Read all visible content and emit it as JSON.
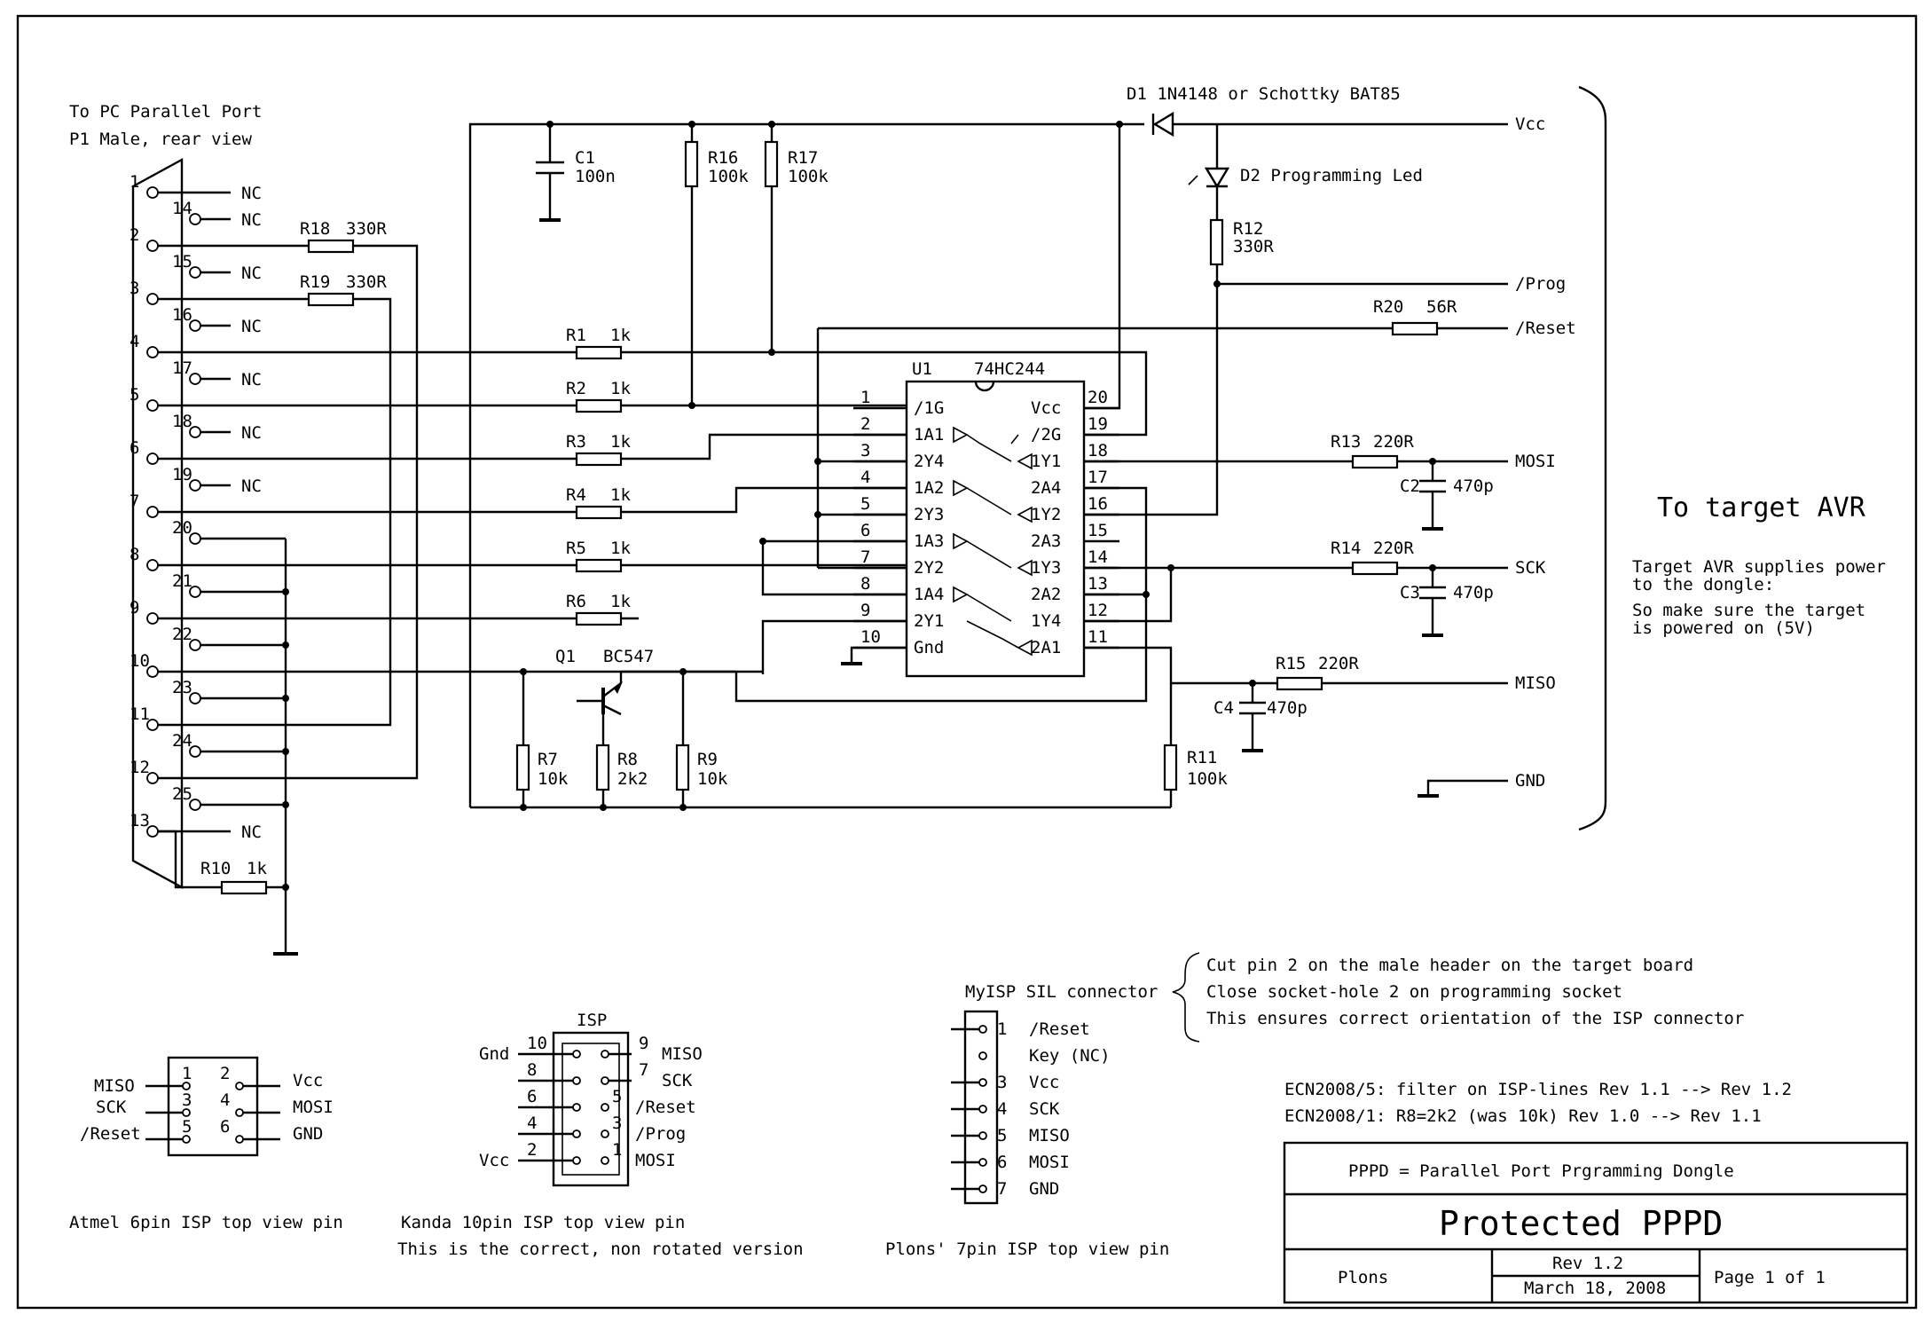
{
  "connector_p1": {
    "title": "To PC Parallel Port",
    "subtitle": "P1 Male, rear view",
    "pins": [
      "1",
      "14",
      "2",
      "15",
      "3",
      "16",
      "4",
      "17",
      "5",
      "18",
      "6",
      "19",
      "7",
      "20",
      "8",
      "21",
      "9",
      "22",
      "10",
      "23",
      "11",
      "24",
      "12",
      "25",
      "13"
    ],
    "nc_label": "NC"
  },
  "components": {
    "r18": {
      "ref": "R18",
      "value": "330R"
    },
    "r19": {
      "ref": "R19",
      "value": "330R"
    },
    "r1": {
      "ref": "R1",
      "value": "1k"
    },
    "r2": {
      "ref": "R2",
      "value": "1k"
    },
    "r3": {
      "ref": "R3",
      "value": "1k"
    },
    "r4": {
      "ref": "R4",
      "value": "1k"
    },
    "r5": {
      "ref": "R5",
      "value": "1k"
    },
    "r6": {
      "ref": "R6",
      "value": "1k"
    },
    "r7": {
      "ref": "R7",
      "value": "10k"
    },
    "r8": {
      "ref": "R8",
      "value": "2k2"
    },
    "r9": {
      "ref": "R9",
      "value": "10k"
    },
    "r10": {
      "ref": "R10",
      "value": "1k"
    },
    "r11": {
      "ref": "R11",
      "value": "100k"
    },
    "r12": {
      "ref": "R12",
      "value": "330R"
    },
    "r13": {
      "ref": "R13",
      "value": "220R"
    },
    "r14": {
      "ref": "R14",
      "value": "220R"
    },
    "r15": {
      "ref": "R15",
      "value": "220R"
    },
    "r16": {
      "ref": "R16",
      "value": "100k"
    },
    "r17": {
      "ref": "R17",
      "value": "100k"
    },
    "r20": {
      "ref": "R20",
      "value": "56R"
    },
    "c1": {
      "ref": "C1",
      "value": "100n"
    },
    "c2": {
      "ref": "C2",
      "value": "470p"
    },
    "c3": {
      "ref": "C3",
      "value": "470p"
    },
    "c4": {
      "ref": "C4",
      "value": "470p"
    },
    "d1": {
      "label": "D1  1N4148 or Schottky BAT85"
    },
    "d2": {
      "label": "D2  Programming Led"
    },
    "q1": {
      "ref": "Q1",
      "value": "BC547"
    },
    "u1": {
      "ref": "U1",
      "value": "74HC244"
    }
  },
  "ic": {
    "left_pins": [
      {
        "num": "1",
        "name": "/1G"
      },
      {
        "num": "2",
        "name": "1A1"
      },
      {
        "num": "3",
        "name": "2Y4"
      },
      {
        "num": "4",
        "name": "1A2"
      },
      {
        "num": "5",
        "name": "2Y3"
      },
      {
        "num": "6",
        "name": "1A3"
      },
      {
        "num": "7",
        "name": "2Y2"
      },
      {
        "num": "8",
        "name": "1A4"
      },
      {
        "num": "9",
        "name": "2Y1"
      },
      {
        "num": "10",
        "name": "Gnd"
      }
    ],
    "right_pins": [
      {
        "num": "20",
        "name": "Vcc"
      },
      {
        "num": "19",
        "name": "/2G"
      },
      {
        "num": "18",
        "name": "1Y1"
      },
      {
        "num": "17",
        "name": "2A4"
      },
      {
        "num": "16",
        "name": "1Y2"
      },
      {
        "num": "15",
        "name": "2A3"
      },
      {
        "num": "14",
        "name": "1Y3"
      },
      {
        "num": "13",
        "name": "2A2"
      },
      {
        "num": "12",
        "name": "1Y4"
      },
      {
        "num": "11",
        "name": "2A1"
      }
    ]
  },
  "signals": {
    "vcc": "Vcc",
    "prog": "/Prog",
    "reset": "/Reset",
    "mosi": "MOSI",
    "sck": "SCK",
    "miso": "MISO",
    "gnd": "GND"
  },
  "target": {
    "title": "To target AVR",
    "note1": "Target AVR supplies power",
    "note2": "to the dongle:",
    "note3": "So make sure the target",
    "note4": "is powered on (5V)"
  },
  "atmel": {
    "caption": "Atmel 6pin ISP top view pin",
    "left_labels": [
      "MISO",
      "SCK",
      "/Reset"
    ],
    "right_labels": [
      "Vcc",
      "MOSI",
      "GND"
    ],
    "pin_nums": [
      "1",
      "2",
      "3",
      "4",
      "5",
      "6"
    ]
  },
  "kanda": {
    "title": "ISP",
    "caption1": "Kanda 10pin ISP top view pin",
    "caption2": "This is the correct, non rotated version",
    "left_rows": [
      {
        "label": "Gnd",
        "num": "10"
      },
      {
        "label": "",
        "num": "8"
      },
      {
        "label": "",
        "num": "6"
      },
      {
        "label": "",
        "num": "4"
      },
      {
        "label": "Vcc",
        "num": "2"
      }
    ],
    "right_rows": [
      {
        "num": "9",
        "label": "MISO"
      },
      {
        "num": "7",
        "label": "SCK"
      },
      {
        "num": "5",
        "label": "/Reset"
      },
      {
        "num": "3",
        "label": "/Prog"
      },
      {
        "num": "1",
        "label": "MOSI"
      }
    ]
  },
  "myisp": {
    "title": "MyISP SIL connector",
    "caption": "Plons' 7pin ISP top view pin",
    "pins": [
      {
        "num": "1",
        "label": "/Reset"
      },
      {
        "num": "o",
        "label": "Key (NC)"
      },
      {
        "num": "3",
        "label": "Vcc"
      },
      {
        "num": "4",
        "label": "SCK"
      },
      {
        "num": "5",
        "label": "MISO"
      },
      {
        "num": "6",
        "label": "MOSI"
      },
      {
        "num": "7",
        "label": "GND"
      }
    ]
  },
  "notes": {
    "line1": "Cut pin 2 on the male header on the target board",
    "line2": "Close socket-hole 2 on programming socket",
    "line3": "This ensures correct orientation of the ISP connector",
    "ecn1": "ECN2008/5: filter on ISP-lines Rev 1.1 --> Rev 1.2",
    "ecn2": "ECN2008/1: R8=2k2 (was 10k) Rev 1.0 --> Rev 1.1"
  },
  "title_block": {
    "description": "PPPD = Parallel Port Prgramming Dongle",
    "title": "Protected PPPD",
    "author": "Plons",
    "revision": "Rev 1.2",
    "date": "March 18, 2008",
    "page": "Page 1 of 1"
  }
}
